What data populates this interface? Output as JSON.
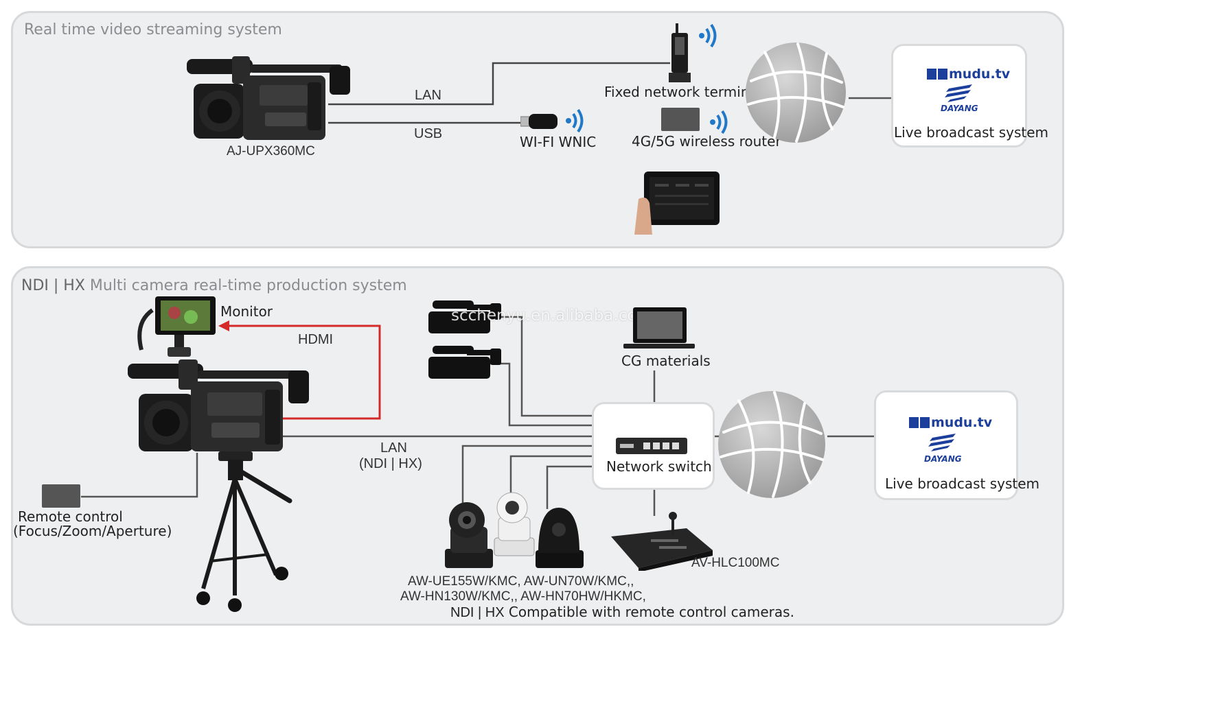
{
  "top_panel": {
    "title": "Real time video streaming system",
    "camera_label": "AJ-UPX360MC",
    "lan_label": "LAN",
    "usb_label": "USB",
    "wifi_label": "WI-FI WNIC",
    "fixed_terminal_label": "Fixed network terminal",
    "router_label": "4G/5G wireless router",
    "broadcast": {
      "brand": "mudu.tv",
      "partner": "DAYANG",
      "label": "Live broadcast system"
    }
  },
  "bottom_panel": {
    "title_prefix": "NDI | HX",
    "title_rest": " Multi camera real-time production system",
    "monitor_label": "Monitor",
    "hdmi_label": "HDMI",
    "lan_label": "LAN",
    "lan_sub": "(NDI | HX)",
    "remote_label_1": "Remote control",
    "remote_label_2": "(Focus/Zoom/Aperture)",
    "cg_label": "CG materials",
    "switch_label": "Network switch",
    "controller_label": "AV-HLC100MC",
    "ptz_models_1": "AW-UE155W/KMC, AW-UN70W/KMC,,",
    "ptz_models_2": "AW-HN130W/KMC,, AW-HN70HW/HKMC,",
    "ptz_note_prefix": "NDI | HX",
    "ptz_note_rest": " Compatible with remote control cameras.",
    "watermark": "scchenyu.en.alibaba.com",
    "broadcast": {
      "brand": "mudu.tv",
      "partner": "DAYANG",
      "label": "Live broadcast system"
    }
  },
  "colors": {
    "panel_bg": "#eeeff0",
    "panel_border": "#d6d8da",
    "hdmi_line": "#d42a2a",
    "wifi_waves": "#1f78c8",
    "brand_blue": "#1d3f9c"
  }
}
